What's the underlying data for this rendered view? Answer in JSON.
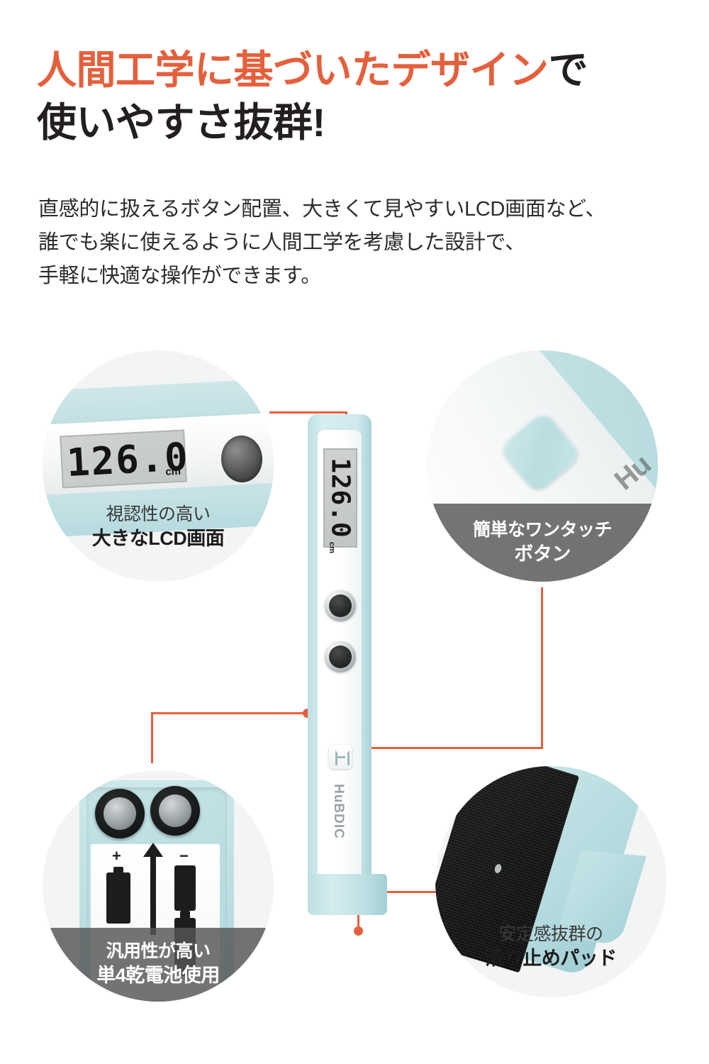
{
  "colors": {
    "accent_orange": "#e4603c",
    "heading_black": "#231f20",
    "body_text": "#2c2c2c",
    "device_mint": "#bddfe3",
    "caption_band_gray": "#555555",
    "circle_bg": "#f3f4f4"
  },
  "header": {
    "headline_accent": "人間工学に基づいたデザイン",
    "headline_accent_tail": "で",
    "headline_line2": "使いやすさ抜群!",
    "body_line1": "直感的に扱えるボタン配置、大きくて見やすいLCD画面など、",
    "body_line2": "誰でも楽に使えるように人間工学を考慮した設計で、",
    "body_line3": "手軽に快適な操作ができます。"
  },
  "device": {
    "lcd_value": "126.0",
    "lcd_unit": "cm",
    "brand": "HuBDIC"
  },
  "features": [
    {
      "id": "lcd",
      "caption_top": "視認性の高い",
      "caption_bold": "大きなLCD画面",
      "lcd_value": "126.0",
      "lcd_unit": "cm",
      "caption_style": "light"
    },
    {
      "id": "button",
      "caption_top": "簡単なワンタッチ",
      "caption_bold": "ボタン",
      "brandmark": "Hu",
      "caption_style": "band"
    },
    {
      "id": "battery",
      "caption_top": "汎用性が高い",
      "caption_bold": "単4乾電池使用",
      "polarity_plus": "+",
      "polarity_minus": "−",
      "caption_style": "band"
    },
    {
      "id": "pad",
      "caption_top": "安定感抜群の",
      "caption_bold": "滑り止めパッド",
      "caption_style": "light"
    }
  ]
}
